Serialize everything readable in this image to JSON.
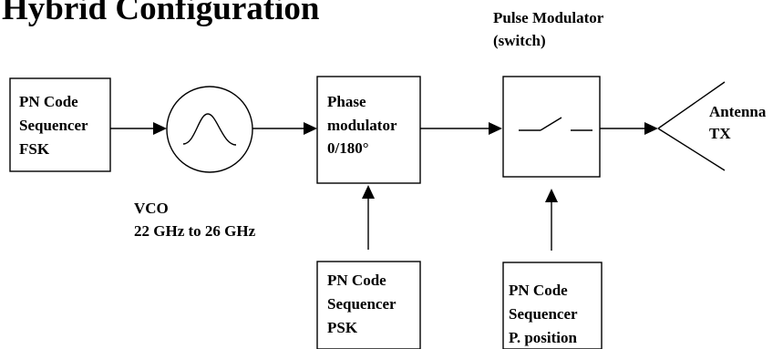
{
  "title": "Hybrid Configuration",
  "blocks": {
    "pn_fsk": [
      "PN Code",
      "Sequencer",
      "FSK"
    ],
    "vco": [
      "VCO",
      "22 GHz to 26 GHz"
    ],
    "phase_mod": [
      "Phase",
      "modulator",
      "0/180°"
    ],
    "pulse_mod": [
      "Pulse Modulator",
      "(switch)"
    ],
    "antenna": [
      "Antenna",
      "TX"
    ],
    "pn_psk": [
      "PN Code",
      "Sequencer",
      "PSK"
    ],
    "pn_ppos": [
      "PN Code",
      "Sequencer",
      "P. position"
    ]
  }
}
